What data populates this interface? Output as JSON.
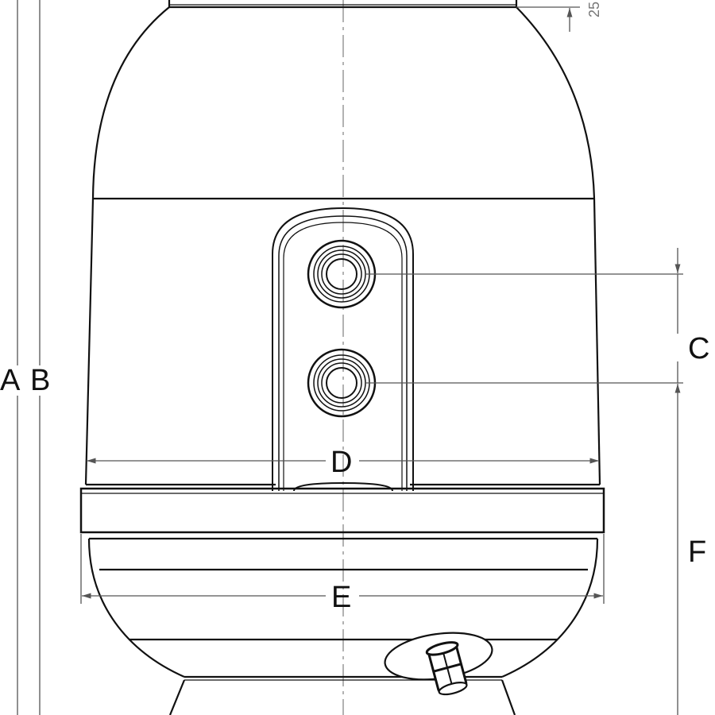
{
  "drawing": {
    "labels": {
      "a": "A",
      "b": "B",
      "c": "C",
      "d": "D",
      "e": "E",
      "f": "F"
    },
    "top_offset": "25",
    "colors": {
      "line": "#111111",
      "dim": "#777777"
    }
  }
}
